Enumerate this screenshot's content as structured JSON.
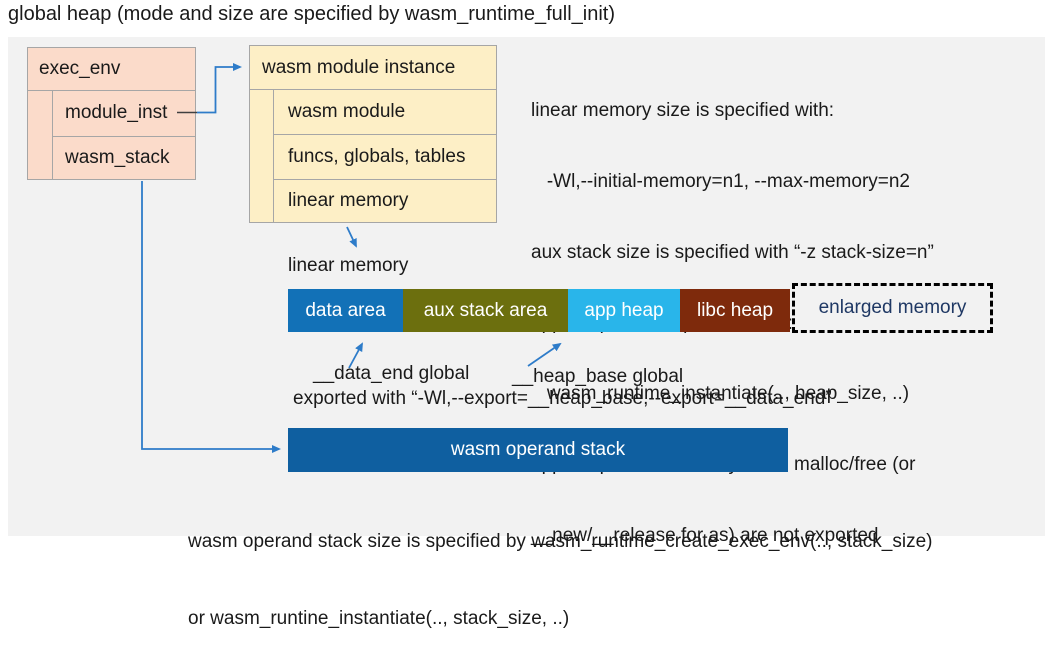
{
  "colors": {
    "page-bg": "#ffffff",
    "panel-bg": "#f2f2f2",
    "box-border": "#a6a6a6",
    "pink": "#fbdbca",
    "cream": "#fdefc6",
    "arrow": "#2e7cc9",
    "operand-bar": "#0f5fa0",
    "text": "#1a1a1a"
  },
  "title": "global heap (mode and size are specified by wasm_runtime_full_init)",
  "exec_env": {
    "header": "exec_env",
    "rows": [
      "module_inst",
      "wasm_stack"
    ]
  },
  "module_instance": {
    "header": "wasm module instance",
    "rows": [
      "wasm module",
      "funcs, globals, tables",
      "linear memory"
    ]
  },
  "notes_right": {
    "lines": [
      "linear memory size is specified with:",
      "   -Wl,--initial-memory=n1, --max-memory=n2",
      "aux stack size is specified with “-z stack-size=n”",
      "app heap size is specified with:",
      "   wasm_runtime_instantiate(.., heap_size, ..)",
      "app heap is created only when malloc/free (or",
      "__new/__release for as) are not exported"
    ]
  },
  "linear_memory": {
    "label": "linear memory",
    "segments": [
      {
        "label": "data area",
        "color": "#1271b7",
        "text_color": "#ffffff"
      },
      {
        "label": "aux stack area",
        "color": "#6c6f0e",
        "text_color": "#ffffff"
      },
      {
        "label": "app heap",
        "color": "#29b5ea",
        "text_color": "#ffffff"
      },
      {
        "label": "libc heap",
        "color": "#7e2a0c",
        "text_color": "#ffffff"
      },
      {
        "label": "enlarged memory",
        "color": "",
        "text_color": "#1f3864",
        "border_style": "dashed"
      }
    ]
  },
  "annotations": {
    "data_end": "__data_end global",
    "heap_base": "__heap_base global",
    "exported": "exported with “-Wl,--export=__heap_base,--export=__data_end”"
  },
  "operand_stack": {
    "label": "wasm operand stack"
  },
  "bottom_note": {
    "lines": [
      "wasm operand stack size is specified by wasm_runtime_create_exec_env(.., stack_size)",
      "or wasm_runtine_instantiate(.., stack_size, ..)"
    ]
  }
}
